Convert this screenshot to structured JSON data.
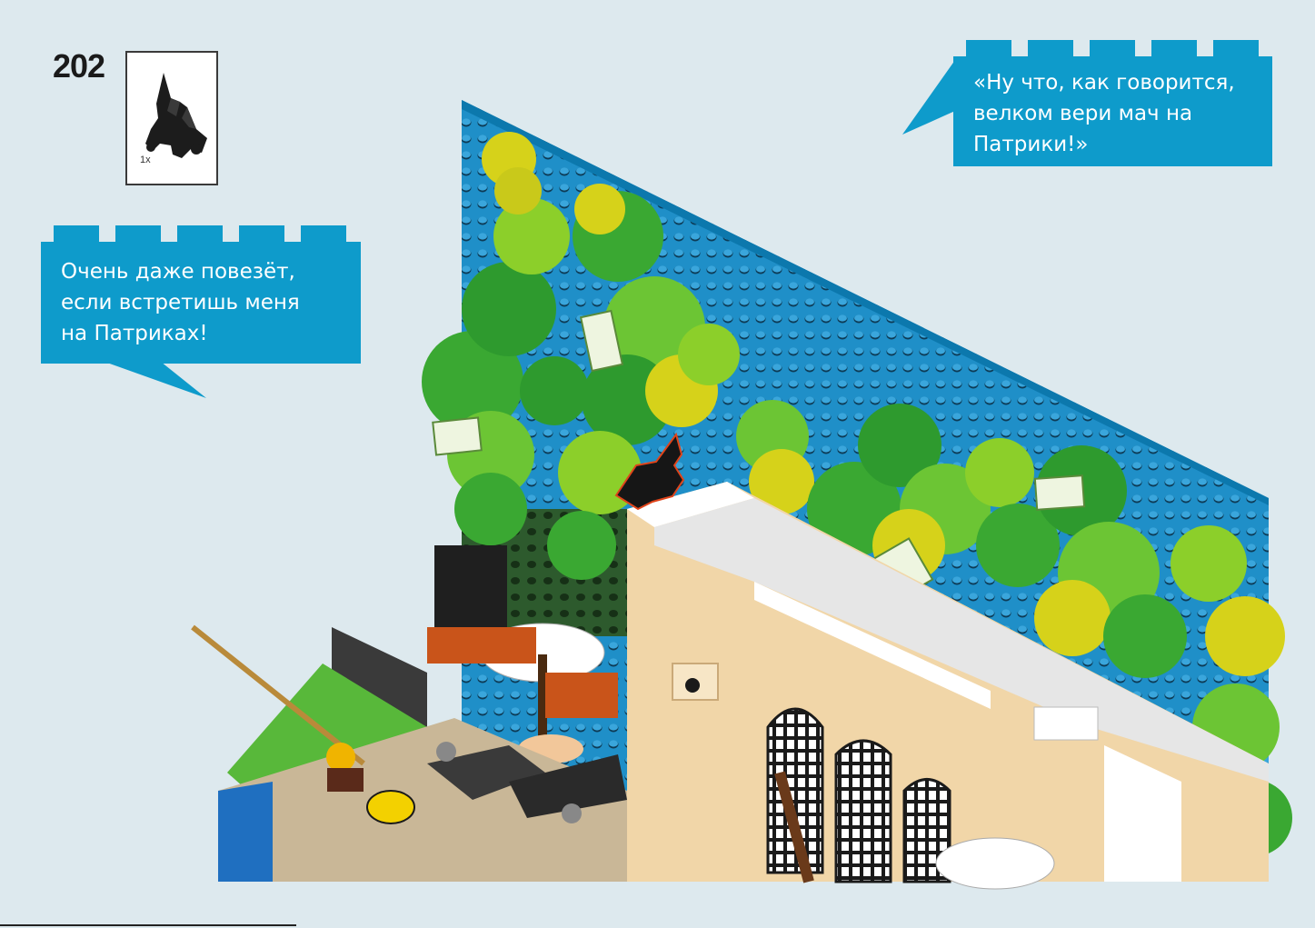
{
  "step": {
    "number": "202"
  },
  "parts": [
    {
      "qty": "1x",
      "icon": "black-cat-piece-icon"
    }
  ],
  "speech_bubbles": {
    "left": {
      "text": "Очень даже повезёт,\nесли встретишь меня\nна Патриках!"
    },
    "right": {
      "text": "«Ну что, как говорится,\nвелком вери мач на\nПатрики!»"
    }
  },
  "colors": {
    "bubble": "#0e9bcb",
    "background": "#dde9ee",
    "baseplate": "#1f8fc8",
    "foliage_dark": "#2e9a2e",
    "foliage_light": "#8ccf2a",
    "foliage_yellow": "#d6d21a",
    "building_tan": "#f1d6a8",
    "white_trim": "#ffffff"
  }
}
